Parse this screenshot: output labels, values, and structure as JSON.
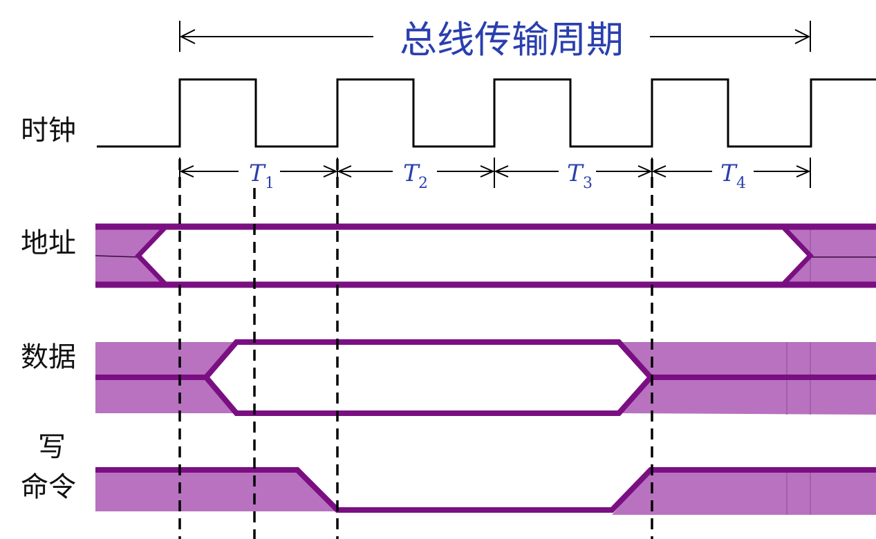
{
  "title": "总线传输周期",
  "signals": {
    "clock": "时钟",
    "address": "地址",
    "data": "数据",
    "write_cmd_line1": "写",
    "write_cmd_line2": "命令"
  },
  "periods": [
    {
      "symbol": "T",
      "sub": "1"
    },
    {
      "symbol": "T",
      "sub": "2"
    },
    {
      "symbol": "T",
      "sub": "3"
    },
    {
      "symbol": "T",
      "sub": "4"
    }
  ],
  "colors": {
    "signal": "#7a0f82",
    "fill": "#b872bf",
    "accent": "#2a3fae",
    "line": "#000000"
  }
}
